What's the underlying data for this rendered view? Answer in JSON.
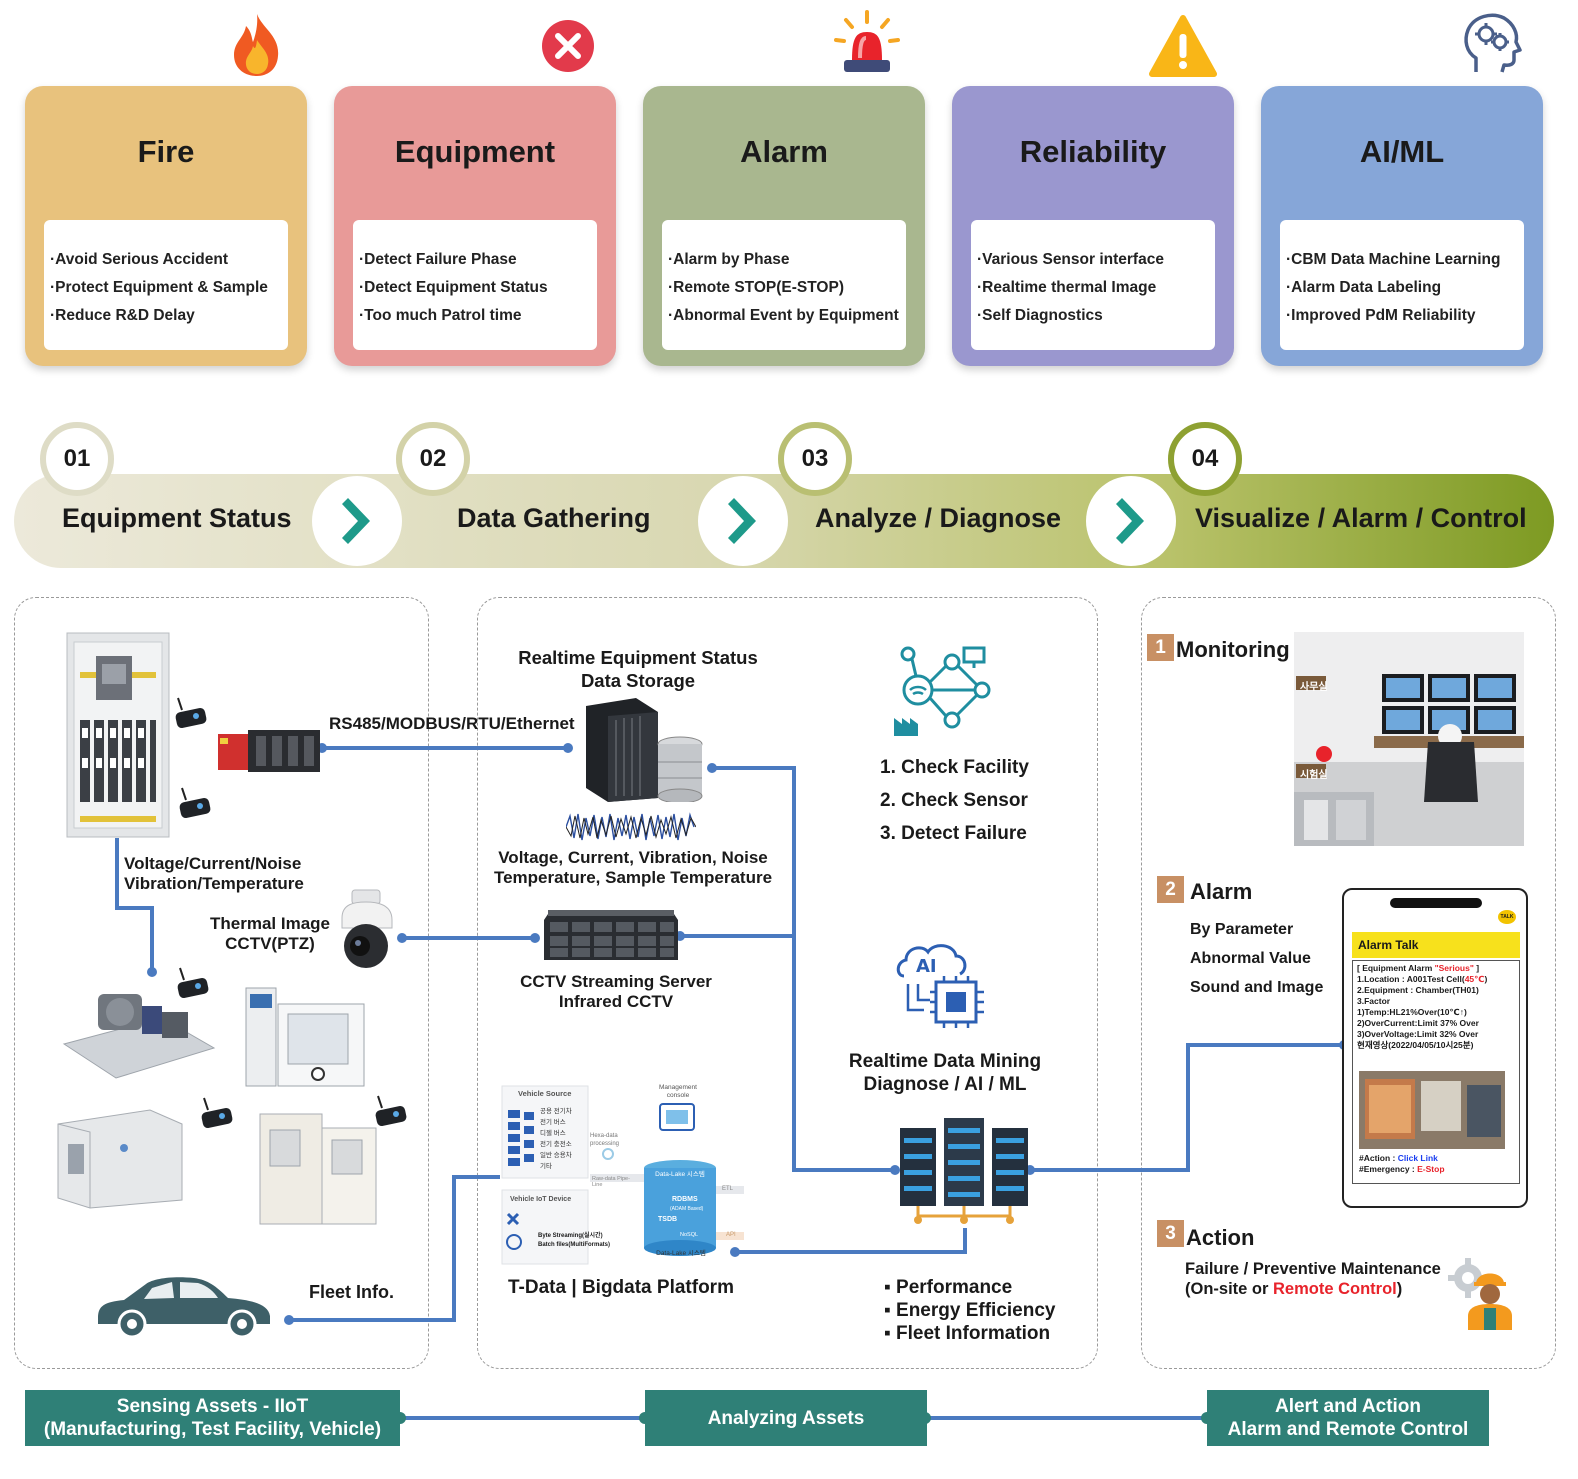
{
  "cards": [
    {
      "title": "Fire",
      "color": "#e8c27d",
      "items": [
        "Avoid Serious Accident",
        "Protect Equipment & Sample",
        "Reduce R&D Delay"
      ]
    },
    {
      "title": "Equipment",
      "color": "#e89a98",
      "items": [
        "Detect Failure Phase",
        "Detect Equipment Status",
        "Too much Patrol time"
      ]
    },
    {
      "title": "Alarm",
      "color": "#a9b78f",
      "items": [
        "Alarm by Phase",
        "Remote STOP(E-STOP)",
        "Abnormal Event by Equipment"
      ]
    },
    {
      "title": "Reliability",
      "color": "#9a97cf",
      "items": [
        "Various Sensor interface",
        "Realtime thermal Image",
        "Self Diagnostics"
      ]
    },
    {
      "title": "AI/ML",
      "color": "#86a6d8",
      "items": [
        "CBM Data Machine Learning",
        "Alarm Data Labeling",
        "Improved PdM Reliability"
      ]
    }
  ],
  "steps": [
    {
      "num": "01",
      "label": "Equipment Status"
    },
    {
      "num": "02",
      "label": "Data Gathering"
    },
    {
      "num": "03",
      "label": "Analyze / Diagnose"
    },
    {
      "num": "04",
      "label": "Visualize / Alarm / Control"
    }
  ],
  "sensing": {
    "protocol": "RS485/MODBUS/RTU/Ethernet",
    "signals_line1": "Voltage/Current/Noise",
    "signals_line2": "Vibration/Temperature",
    "thermal_line1": "Thermal Image",
    "thermal_line2": "CCTV(PTZ)",
    "fleet": "Fleet Info."
  },
  "analyzing": {
    "storage_line1": "Realtime Equipment Status",
    "storage_line2": "Data Storage",
    "measures_line1": "Voltage, Current, Vibration, Noise",
    "measures_line2": "Temperature, Sample Temperature",
    "cctv_line1": "CCTV Streaming Server",
    "cctv_line2": "Infrared CCTV",
    "checks": [
      "1.  Check Facility",
      "2.  Check Sensor",
      "3.  Detect Failure"
    ],
    "mining_line1": "Realtime Data Mining",
    "mining_line2": "Diagnose / AI / ML",
    "platform": "T-Data | Bigdata Platform",
    "platform_diagram": {
      "vehicle_source": "Vehicle Source",
      "sources": [
        "공용 전기차",
        "전기 버스",
        "디젤 버스",
        "전기 충전소",
        "일반 승용차",
        "기타"
      ],
      "hexa": "Hexa-data processing",
      "mgmt": "Management console",
      "lake_top": "Data-Lake 시스템",
      "raw": "Raw-data Pipe-Line",
      "etl": "ETL",
      "rdbms": "RDBMS",
      "rdbms_sub": "(ADAM Based)",
      "tsdb": "TSDB",
      "nosql": "NoSQL",
      "api": "API",
      "lake_bottom": "Data-Lake 시스템",
      "iot": "Vehicle IoT Device",
      "byte": "Byte Streaming(실시간)",
      "batch": "Batch files(MultiFormats)"
    },
    "bullets": [
      "Performance",
      "Energy Efficiency",
      "Fleet Information"
    ]
  },
  "alert": {
    "monitoring_num": "1",
    "monitoring": "Monitoring",
    "room1": "사무실",
    "room2": "시험실",
    "alarm_num": "2",
    "alarm": "Alarm",
    "alarm_items": [
      "By Parameter",
      "Abnormal Value",
      "Sound and Image"
    ],
    "action_num": "3",
    "action": "Action",
    "action_line1": "Failure / Preventive Maintenance",
    "action_line2_a": "(On-site or ",
    "action_line2_b": "Remote Control",
    "action_line2_c": ")",
    "phone": {
      "talk_icon": "TALK",
      "header": "Alarm Talk",
      "l1a": "[ Equipment Alarm ",
      "l1b": "\"Serious\"",
      "l1c": " ]",
      "l2a": "1.Location : A001Test Cell(",
      "l2b": "45℃",
      "l2c": ")",
      "l3": "2.Equipment : Chamber(TH01)",
      "l4": "3.Factor",
      "l5": "1)Temp:HL21%Over(10℃↑)",
      "l6": "2)OverCurrent:Limit 37% Over",
      "l7": "3)OverVoltage:Limit 32% Over",
      "l8": "현재영상(2022/04/05/10시25분)",
      "action_label": "#Action : ",
      "action_link": "Click Link",
      "emergency_label": "#Emergency : ",
      "emergency_link": "E-Stop"
    }
  },
  "bottom": {
    "sensing_line1": "Sensing Assets - IIoT",
    "sensing_line2": "(Manufacturing, Test Facility, Vehicle)",
    "analyzing": "Analyzing Assets",
    "alert_line1": "Alert and Action",
    "alert_line2": "Alarm and Remote Control"
  },
  "colors": {
    "accent": "#2f8077",
    "line": "#4a7ac0",
    "teal": "#1e9a8a",
    "red": "#e8232b",
    "blue": "#1a3ef0"
  },
  "icons": [
    "fire-icon",
    "close-circle-icon",
    "siren-icon",
    "warning-icon",
    "brain-gear-icon",
    "chevron-right-icon",
    "network-icon",
    "ai-chip-icon",
    "server-icon",
    "storage-server-icon",
    "camera-icon",
    "car-icon",
    "worker-gear-icon",
    "phone-icon"
  ]
}
